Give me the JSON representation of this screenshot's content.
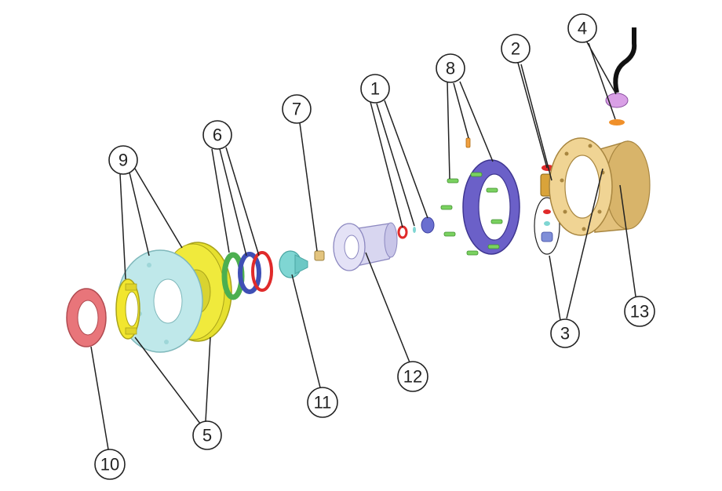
{
  "diagram": {
    "title": "",
    "callouts": {
      "c1": "1",
      "c2": "2",
      "c3": "3",
      "c4": "4",
      "c5": "5",
      "c6": "6",
      "c7": "7",
      "c8": "8",
      "c9": "9",
      "c10": "10",
      "c11": "11",
      "c12": "12",
      "c13": "13"
    }
  }
}
